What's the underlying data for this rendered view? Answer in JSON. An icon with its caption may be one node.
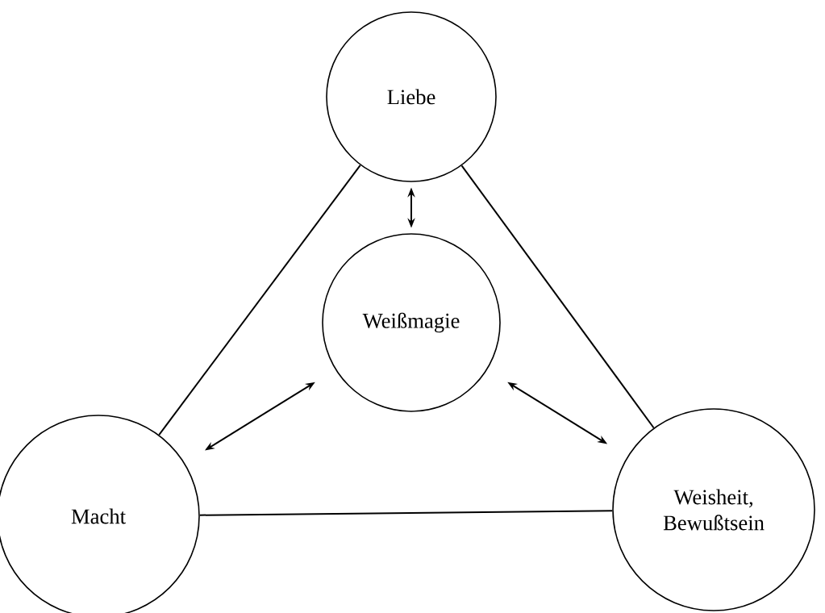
{
  "diagram": {
    "nodes": [
      {
        "text": [
          "Liebe"
        ]
      },
      {
        "text": [
          "Weißmagie"
        ]
      },
      {
        "text": [
          "Macht"
        ]
      },
      {
        "text": [
          "Weisheit, Bewußtsein"
        ]
      }
    ],
    "edges": [
      {
        "from": 0,
        "to": 2,
        "arrow": "none"
      },
      {
        "from": 0,
        "to": 3,
        "arrow": "none"
      },
      {
        "from": 2,
        "to": 3,
        "arrow": "none"
      },
      {
        "from": 0,
        "to": 1,
        "arrow": "both"
      },
      {
        "from": 2,
        "to": 1,
        "arrow": "both"
      },
      {
        "from": 3,
        "to": 1,
        "arrow": "both"
      }
    ]
  }
}
